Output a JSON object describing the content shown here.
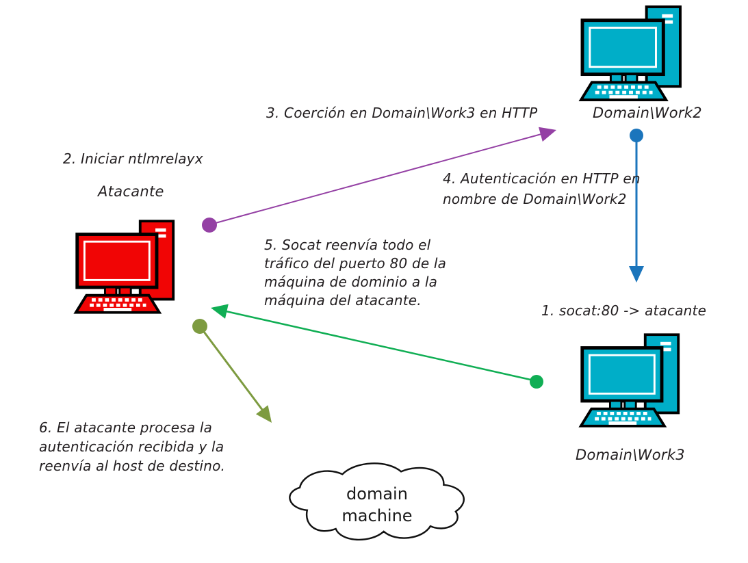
{
  "nodes": {
    "attacker": {
      "name": "Atacante"
    },
    "work2": {
      "name": "Domain\\Work2"
    },
    "work3": {
      "name": "Domain\\Work3"
    },
    "domain_machine": {
      "lines": [
        "domain",
        "machine"
      ]
    }
  },
  "steps": {
    "s1": {
      "text": "1. socat:80 -> atacante"
    },
    "s2": {
      "text": "2. Iniciar ntlmrelayx"
    },
    "s3": {
      "text": "3. Coerción en Domain\\Work3 en HTTP"
    },
    "s4": {
      "lines": [
        "4. Autenticación en HTTP en",
        "nombre de Domain\\Work2"
      ]
    },
    "s5": {
      "lines": [
        "5. Socat reenvía todo el",
        "tráfico del puerto 80 de la",
        "máquina de dominio a la",
        "máquina del atacante."
      ]
    },
    "s6": {
      "lines": [
        "6. El atacante procesa la",
        "autenticación recibida y la",
        "reenvía al host de destino."
      ]
    }
  },
  "colors": {
    "workstation_fill": "#00aec8",
    "attacker_fill": "#f10505",
    "coercion_arrow": "#9440a4",
    "auth_arrow": "#1b75bc",
    "socat_arrow": "#10ae54",
    "relay_arrow": "#7d9b40",
    "text": "#221e20"
  }
}
